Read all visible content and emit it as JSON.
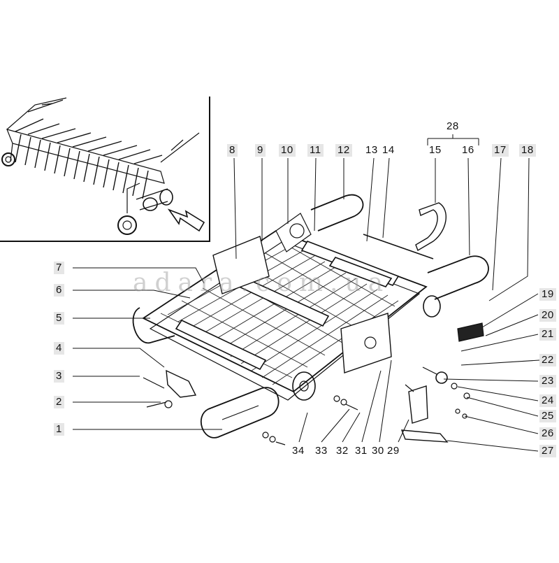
{
  "watermark": "adara.com.ua",
  "callouts": {
    "c1": "1",
    "c2": "2",
    "c3": "3",
    "c4": "4",
    "c5": "5",
    "c6": "6",
    "c7": "7",
    "c8": "8",
    "c9": "9",
    "c10": "10",
    "c11": "11",
    "c12": "12",
    "c13": "13",
    "c14": "14",
    "c15": "15",
    "c16": "16",
    "c17": "17",
    "c18": "18",
    "c19": "19",
    "c20": "20",
    "c21": "21",
    "c22": "22",
    "c23": "23",
    "c24": "24",
    "c25": "25",
    "c26": "26",
    "c27": "27",
    "c28": "28",
    "c29": "29",
    "c30": "30",
    "c31": "31",
    "c32": "32",
    "c33": "33",
    "c34": "34"
  }
}
